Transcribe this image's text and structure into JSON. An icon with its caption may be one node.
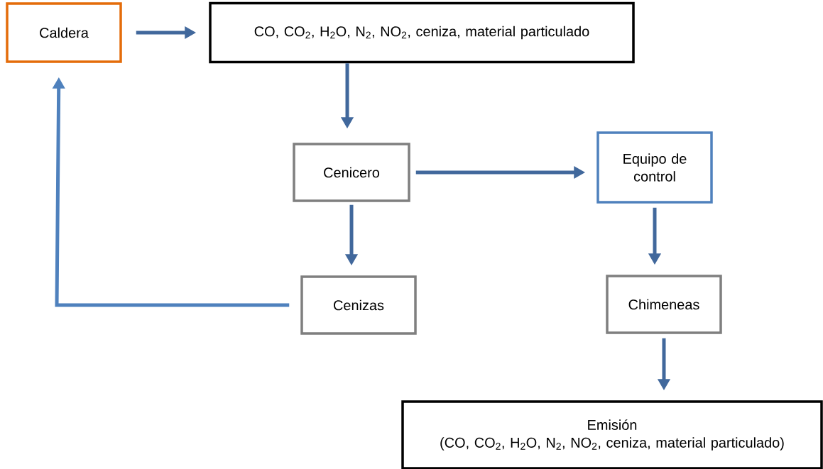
{
  "diagram": {
    "nodes": [
      {
        "text": [
          "Caldera"
        ]
      },
      {
        "text": [
          "CO, CO$_{2}$, H$_{2}$O, N$_{2}$, NO$_{2}$, ceniza, material particulado"
        ]
      },
      {
        "text": [
          "Cenicero"
        ]
      },
      {
        "text": [
          "Equipo de control"
        ]
      },
      {
        "text": [
          "Cenizas"
        ]
      },
      {
        "text": [
          "Chimeneas"
        ]
      },
      {
        "text": [
          "Emisión",
          "(CO, CO$_{2}$, H$_{2}$O, N$_{2}$, NO$_{2}$, ceniza, material particulado)"
        ]
      }
    ],
    "edges": [
      {
        "from": 0,
        "to": 1,
        "arrow": "to"
      },
      {
        "from": 1,
        "to": 2,
        "arrow": "to"
      },
      {
        "from": 2,
        "to": 3,
        "arrow": "to"
      },
      {
        "from": 2,
        "to": 4,
        "arrow": "to"
      },
      {
        "from": 3,
        "to": 5,
        "arrow": "to"
      },
      {
        "from": 5,
        "to": 6,
        "arrow": "to"
      },
      {
        "from": 4,
        "to": 0,
        "arrow": "to",
        "color": "#4f81bd"
      }
    ]
  }
}
